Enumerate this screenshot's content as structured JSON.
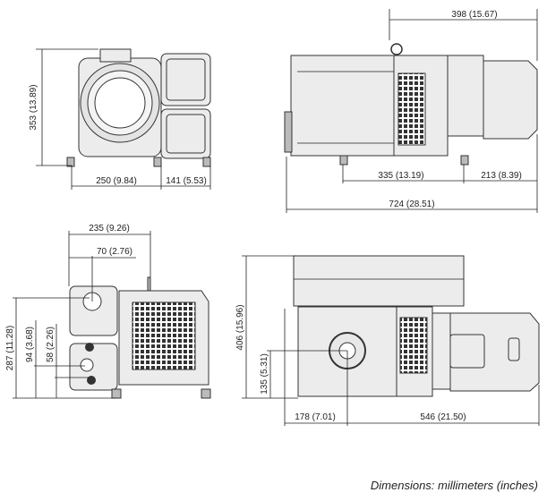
{
  "views": {
    "front_top": {
      "height": "353 (13.89)",
      "width_a": "250 (9.84)",
      "width_b": "141 (5.53)"
    },
    "side_top": {
      "top": "398 (15.67)",
      "seg_a": "335 (13.19)",
      "seg_b": "213 (8.39)",
      "total": "724 (28.51)"
    },
    "front_bottom": {
      "width_a": "235 (9.26)",
      "width_b": "70 (2.76)",
      "height_a": "287 (11.28)",
      "height_b": "94 (3.68)",
      "height_c": "58 (2.26)"
    },
    "side_bottom": {
      "height_a": "406 (15.96)",
      "height_b": "135 (5.31)",
      "seg_a": "178 (7.01)",
      "seg_b": "546 (21.50)"
    }
  },
  "caption": "Dimensions: millimeters (inches)"
}
